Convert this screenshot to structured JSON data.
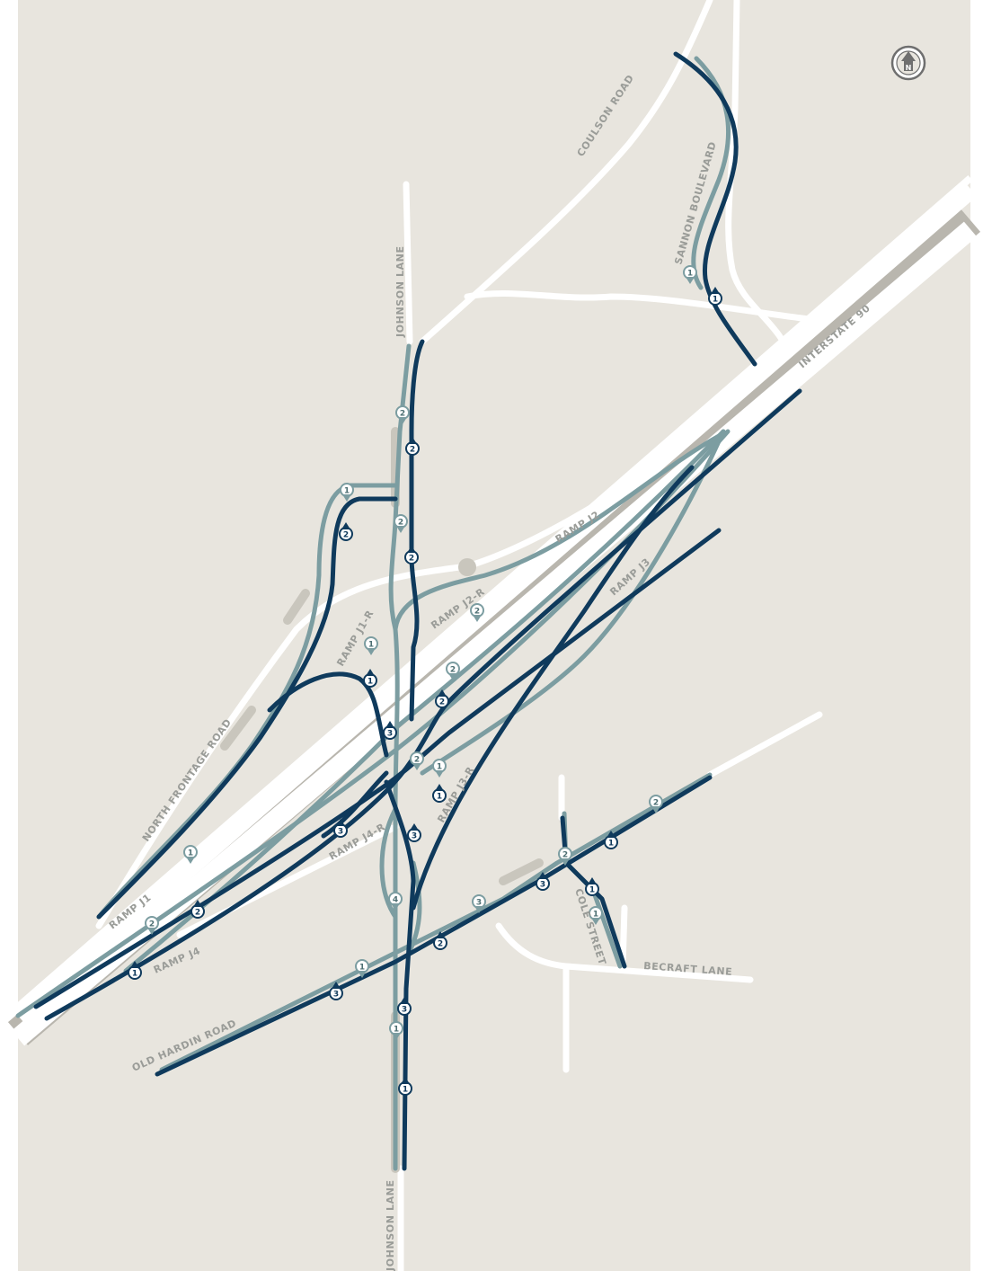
{
  "colors": {
    "background": "#e8e5de",
    "street": "#ffffff",
    "route_dark": "#0f3a5c",
    "route_light": "#7c9da1",
    "interstate_edge": "#b9b6ae"
  },
  "compass": {
    "icon": "north-arrow-icon",
    "letter": "N"
  },
  "labels": {
    "coulson_road": "COULSON ROAD",
    "sannon_boulevard": "SANNON BOULEVARD",
    "johnson_lane_north": "JOHNSON LANE",
    "johnson_lane_south": "JOHNSON LANE",
    "interstate_90": "INTERSTATE 90",
    "ramp_j2": "RAMP J2",
    "ramp_j3": "RAMP J3",
    "ramp_j2r": "RAMP J2-R",
    "ramp_j1r": "RAMP J1-R",
    "ramp_j3r": "RAMP J3-R",
    "ramp_j4r": "RAMP J4-R",
    "north_frontage_road": "NORTH FRONTAGE ROAD",
    "ramp_j1": "RAMP J1",
    "ramp_j4": "RAMP J4",
    "old_hardin_road": "OLD HARDIN ROAD",
    "cole_street": "COLE STREET",
    "becraft_lane": "BECRAFT LANE"
  },
  "markers": [
    {
      "id": "m1",
      "num": "1",
      "style": "light"
    },
    {
      "id": "m2",
      "num": "1",
      "style": "dark"
    },
    {
      "id": "m3",
      "num": "2",
      "style": "light"
    },
    {
      "id": "m4",
      "num": "2",
      "style": "dark"
    },
    {
      "id": "m5",
      "num": "1",
      "style": "light"
    },
    {
      "id": "m6",
      "num": "2",
      "style": "dark"
    },
    {
      "id": "m7",
      "num": "2",
      "style": "light"
    },
    {
      "id": "m8",
      "num": "2",
      "style": "dark"
    },
    {
      "id": "m9",
      "num": "2",
      "style": "light"
    },
    {
      "id": "m10",
      "num": "1",
      "style": "light"
    },
    {
      "id": "m11",
      "num": "2",
      "style": "light"
    },
    {
      "id": "m12",
      "num": "1",
      "style": "dark"
    },
    {
      "id": "m13",
      "num": "2",
      "style": "dark"
    },
    {
      "id": "m14",
      "num": "3",
      "style": "dark"
    },
    {
      "id": "m15",
      "num": "2",
      "style": "light"
    },
    {
      "id": "m16",
      "num": "1",
      "style": "light"
    },
    {
      "id": "m17",
      "num": "1",
      "style": "dark"
    },
    {
      "id": "m18",
      "num": "3",
      "style": "dark"
    },
    {
      "id": "m19",
      "num": "3",
      "style": "dark"
    },
    {
      "id": "m20",
      "num": "1",
      "style": "light"
    },
    {
      "id": "m21",
      "num": "4",
      "style": "light"
    },
    {
      "id": "m22",
      "num": "2",
      "style": "light"
    },
    {
      "id": "m23",
      "num": "2",
      "style": "dark"
    },
    {
      "id": "m24",
      "num": "1",
      "style": "dark"
    },
    {
      "id": "m25",
      "num": "2",
      "style": "light"
    },
    {
      "id": "m26",
      "num": "1",
      "style": "dark"
    },
    {
      "id": "m27",
      "num": "2",
      "style": "light"
    },
    {
      "id": "m28",
      "num": "3",
      "style": "dark"
    },
    {
      "id": "m29",
      "num": "1",
      "style": "dark"
    },
    {
      "id": "m30",
      "num": "1",
      "style": "light"
    },
    {
      "id": "m31",
      "num": "3",
      "style": "light"
    },
    {
      "id": "m32",
      "num": "2",
      "style": "dark"
    },
    {
      "id": "m33",
      "num": "1",
      "style": "light"
    },
    {
      "id": "m34",
      "num": "3",
      "style": "dark"
    },
    {
      "id": "m35",
      "num": "3",
      "style": "dark"
    },
    {
      "id": "m36",
      "num": "1",
      "style": "light"
    },
    {
      "id": "m37",
      "num": "1",
      "style": "dark"
    }
  ]
}
